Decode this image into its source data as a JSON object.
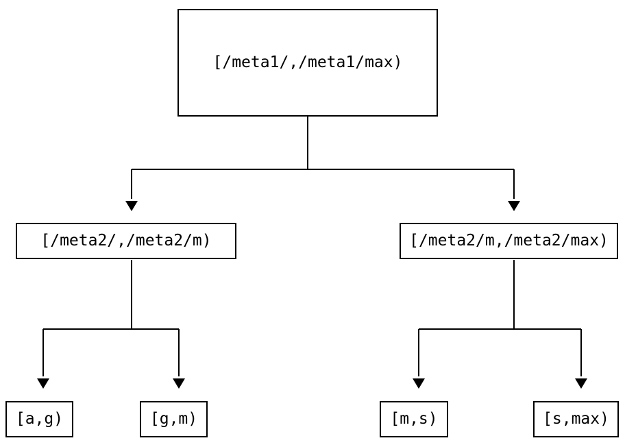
{
  "diagram": {
    "type": "tree",
    "background_color": "#ffffff",
    "line_color": "#000000",
    "text_color": "#000000",
    "nodes": {
      "root": {
        "label": "[/meta1/,/meta1/max)",
        "level": 0
      },
      "meta2_low": {
        "label": "[/meta2/,/meta2/m)",
        "level": 1
      },
      "meta2_high": {
        "label": "[/meta2/m,/meta2/max)",
        "level": 1
      },
      "leaf_a_g": {
        "label": "[a,g)",
        "level": 2
      },
      "leaf_g_m": {
        "label": "[g,m)",
        "level": 2
      },
      "leaf_m_s": {
        "label": "[m,s)",
        "level": 2
      },
      "leaf_s_max": {
        "label": "[s,max)",
        "level": 2
      }
    },
    "edges": [
      {
        "from": "root",
        "to": "meta2_low"
      },
      {
        "from": "root",
        "to": "meta2_high"
      },
      {
        "from": "meta2_low",
        "to": "leaf_a_g"
      },
      {
        "from": "meta2_low",
        "to": "leaf_g_m"
      },
      {
        "from": "meta2_high",
        "to": "leaf_m_s"
      },
      {
        "from": "meta2_high",
        "to": "leaf_s_max"
      }
    ]
  }
}
